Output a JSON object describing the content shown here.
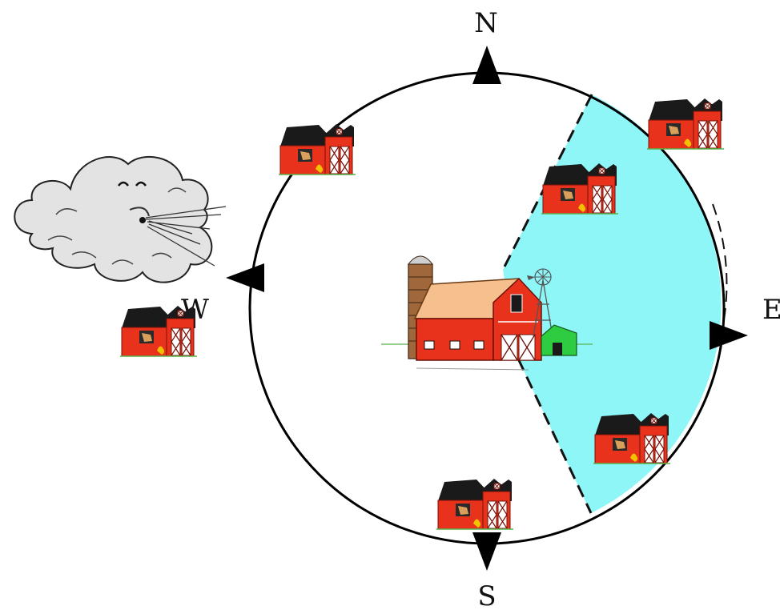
{
  "compass": {
    "north": "N",
    "south": "S",
    "east": "E",
    "west": "W"
  },
  "colors": {
    "background": "#ffffff",
    "ring": "#000000",
    "downwind_zone": "#8ff6f8",
    "barn_red": "#e8321c",
    "barn_roof": "#1a1a1a",
    "main_roof": "#f5c08e",
    "silo": "#a0673a",
    "shed_green": "#2ecc40",
    "cloud": "#e3e3e3"
  },
  "icons": {
    "wind": "blowing-cloud-face-icon",
    "farm": "farmstead-icon",
    "barn": "red-barn-icon",
    "pointer": "compass-arrow-icon"
  }
}
